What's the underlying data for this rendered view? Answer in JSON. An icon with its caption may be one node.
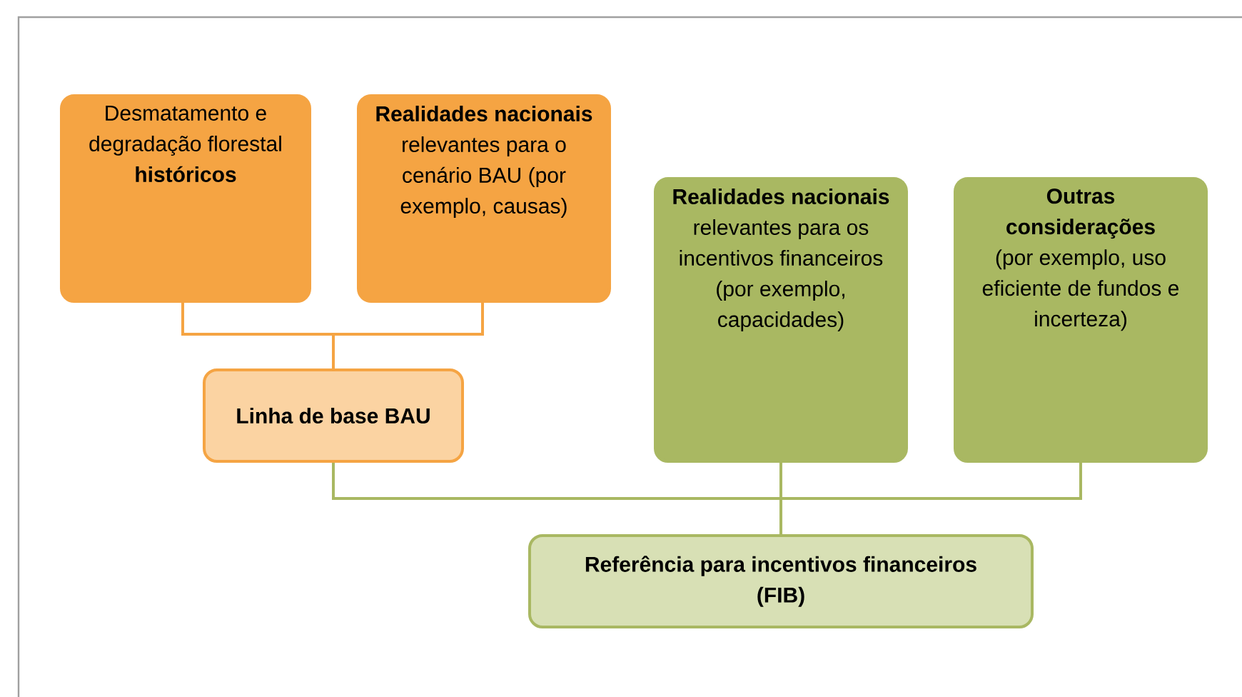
{
  "diagram": {
    "nodes": [
      {
        "text": [
          "Desmatamento e degradação florestal **históricos**"
        ]
      },
      {
        "text": [
          "Realidades nacionais",
          "relevantes para o cenário BAU (por exemplo, causas)"
        ]
      },
      {
        "text": [
          "Linha de base BAU"
        ]
      },
      {
        "text": [
          "Realidades nacionais",
          "relevantes para os incentivos financeiros (por exemplo, capacidades)"
        ]
      },
      {
        "text": [
          "Outras considerações",
          "(por exemplo, uso eficiente de fundos e incerteza)"
        ]
      },
      {
        "text": [
          "Referência para incentivos financeiros (FIB)"
        ]
      }
    ],
    "edges": [
      {
        "from": 0,
        "to": 2,
        "arrow": "none",
        "color": "#f5a443"
      },
      {
        "from": 1,
        "to": 2,
        "arrow": "none",
        "color": "#f5a443"
      },
      {
        "from": 2,
        "to": 5,
        "arrow": "none"
      },
      {
        "from": 3,
        "to": 5,
        "arrow": "none"
      },
      {
        "from": 4,
        "to": 5,
        "arrow": "none"
      }
    ]
  }
}
